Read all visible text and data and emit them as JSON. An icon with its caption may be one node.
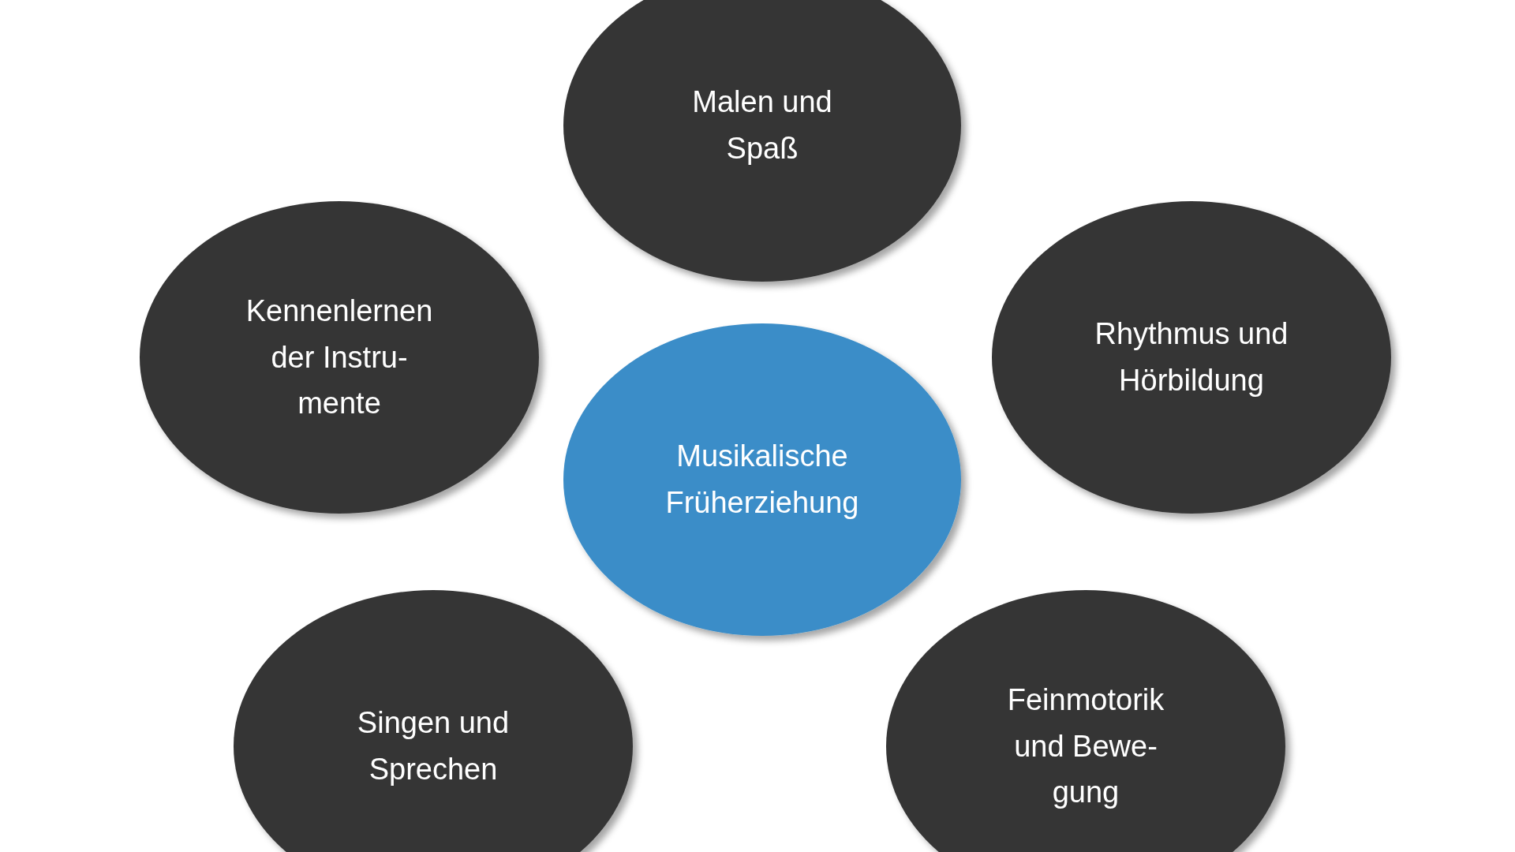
{
  "diagram": {
    "nodes": [
      {
        "text": [
          "Malen und Spaß"
        ]
      },
      {
        "text": [
          "Kennenlernen der Instru- mente"
        ]
      },
      {
        "text": [
          "Rhythmus und Hörbildung"
        ]
      },
      {
        "text": [
          "Musikalische Früherziehung"
        ]
      },
      {
        "text": [
          "Singen und Sprechen"
        ]
      },
      {
        "text": [
          "Feinmotorik und Bewe- gung"
        ]
      }
    ]
  }
}
